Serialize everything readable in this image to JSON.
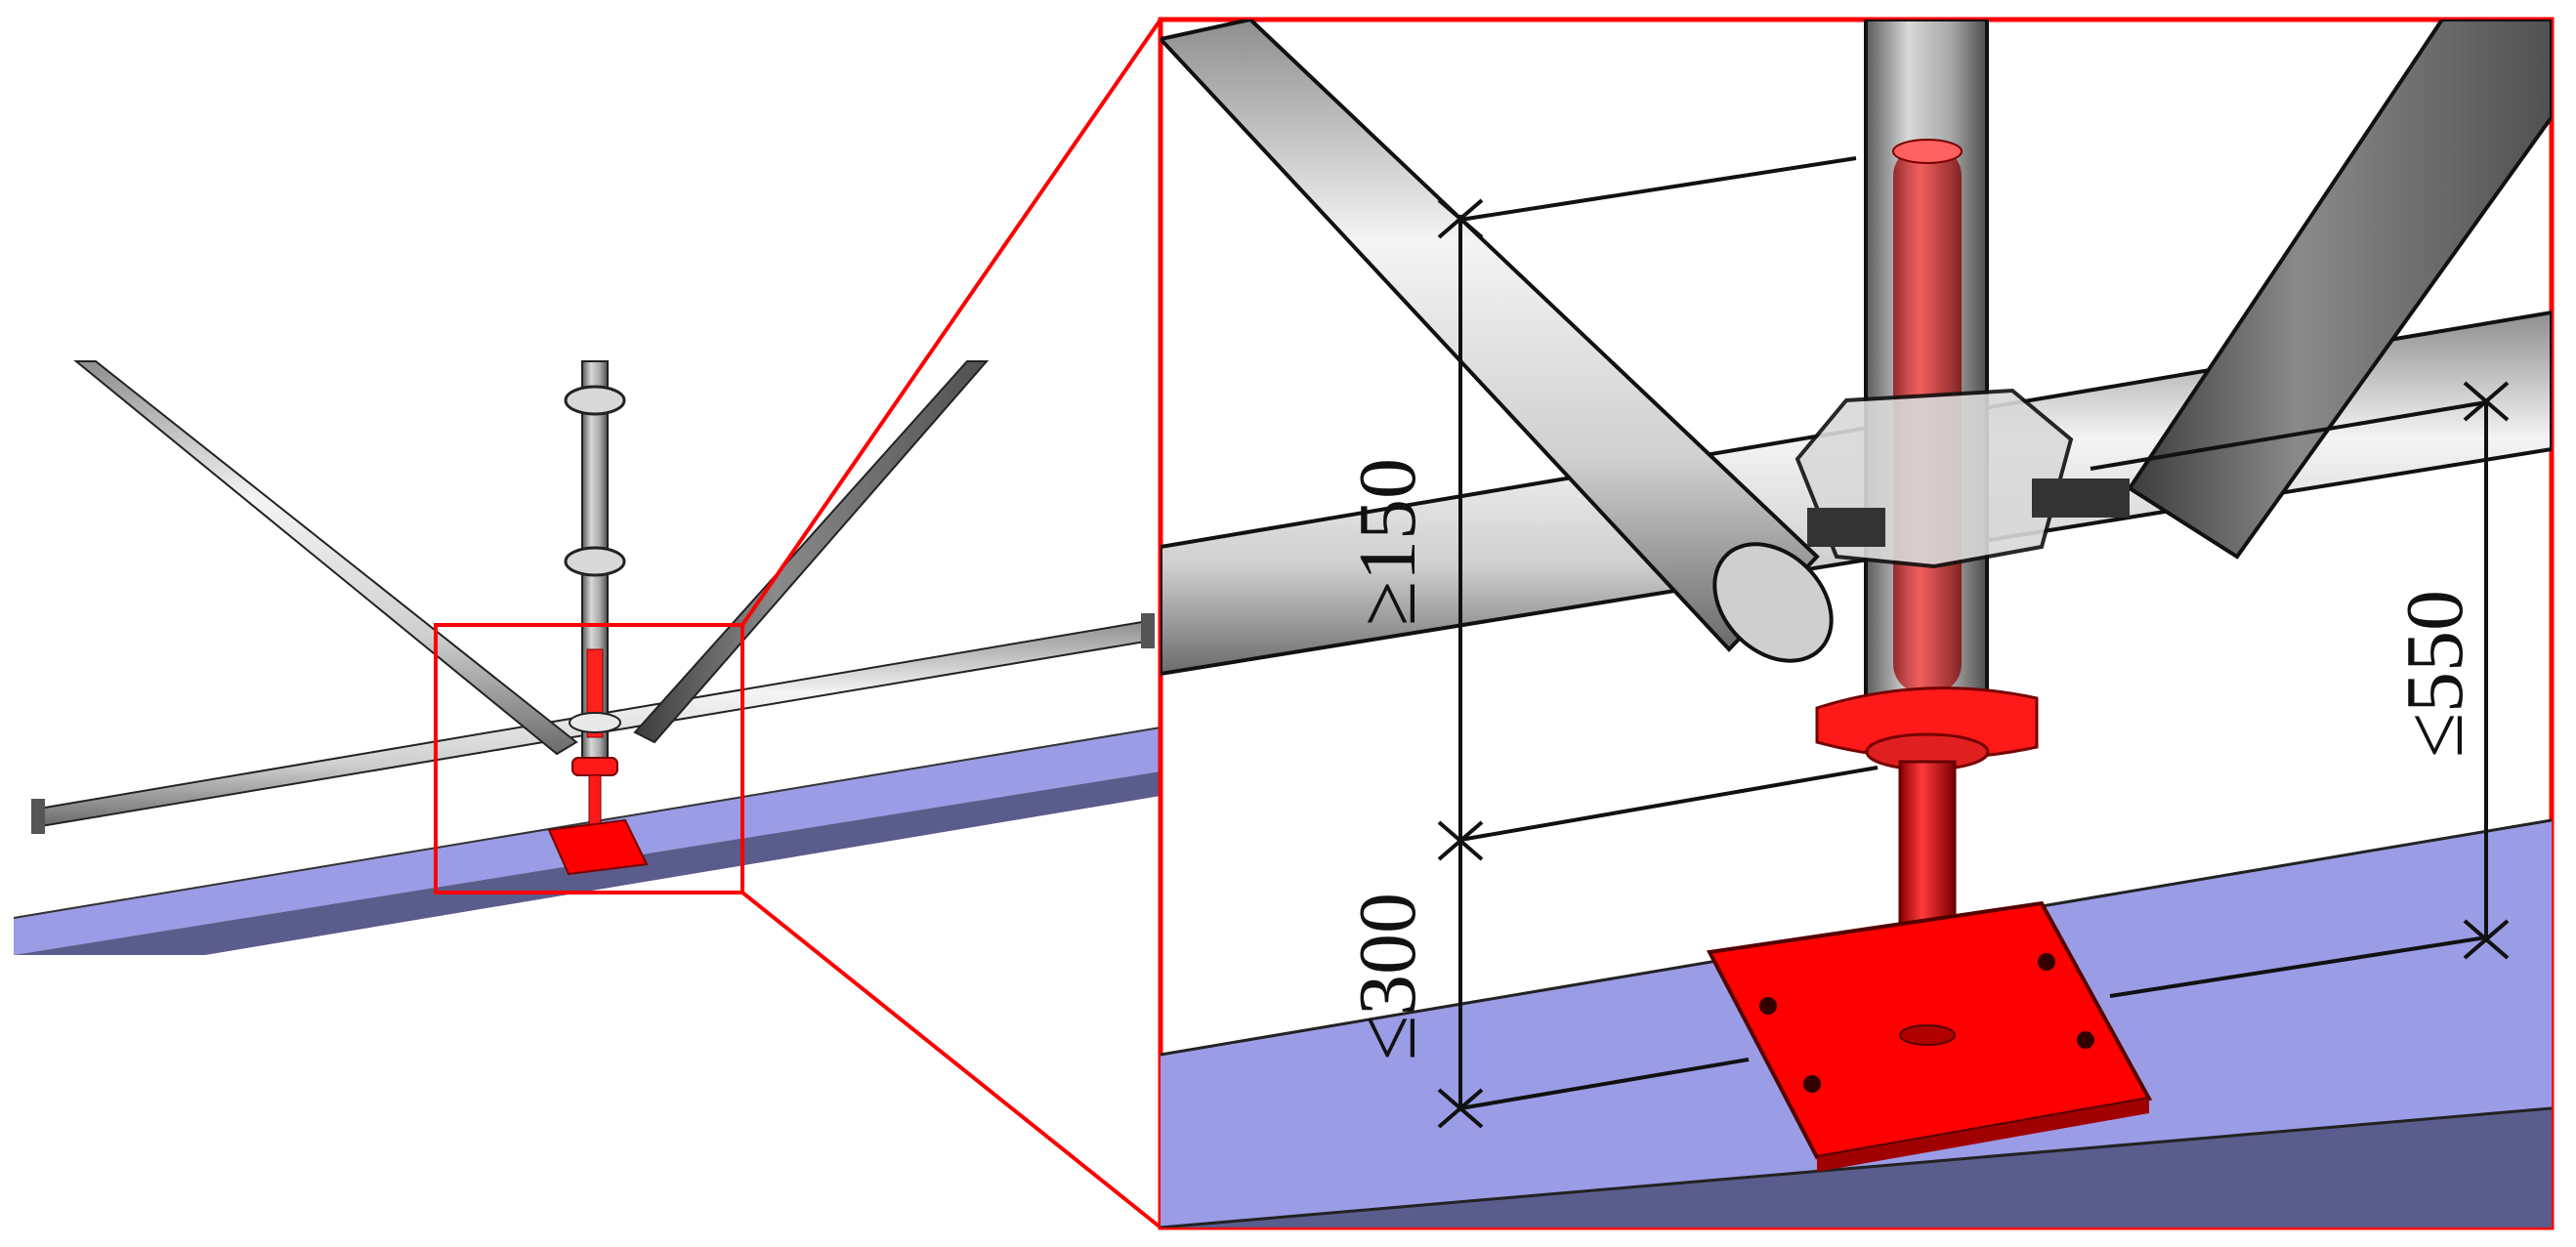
{
  "figure": {
    "overview_title": "",
    "detail_title": ""
  },
  "dimensions": {
    "upper_gap": "≥150",
    "base_height": "≤300",
    "ledger_height": "≤550"
  },
  "colors": {
    "highlight_red": "#ff0000",
    "beam_blue": "#9a9ce6",
    "beam_shadow": "#5a5c8c",
    "tube_light": "#e6e6e6",
    "tube_dark": "#6e6e6e",
    "dimension_line": "#111111"
  },
  "icons": {
    "zoom_frame": "zoom-frame-icon",
    "base_plate": "base-plate-icon"
  }
}
